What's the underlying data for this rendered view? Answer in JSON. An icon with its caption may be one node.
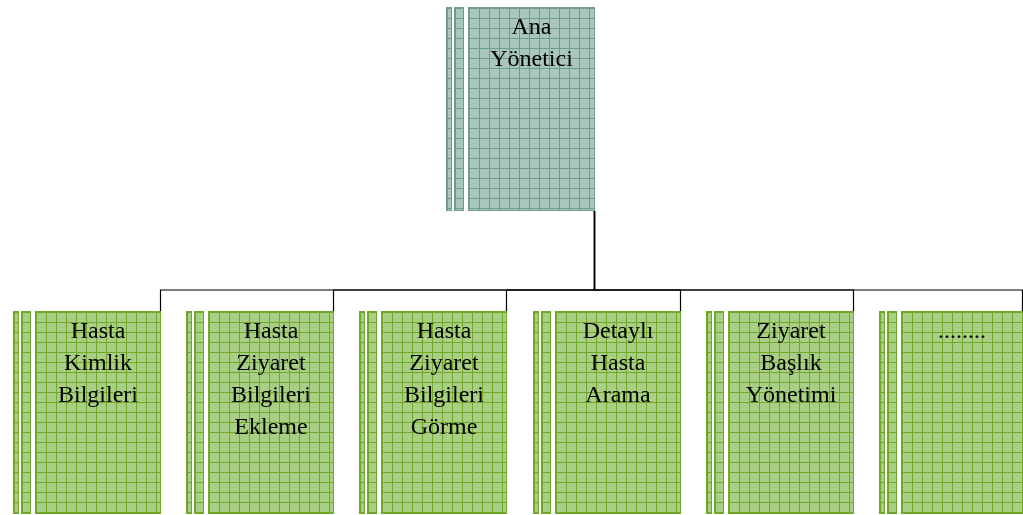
{
  "diagram": {
    "nodes": [
      {
        "text": [
          "Ana Yönetici"
        ]
      },
      {
        "text": [
          "Hasta Kimlik Bilgileri"
        ]
      },
      {
        "text": [
          "Hasta Ziyaret Bilgileri Ekleme"
        ]
      },
      {
        "text": [
          "Hasta Ziyaret Bilgileri Görme"
        ]
      },
      {
        "text": [
          "Detaylı Hasta Arama"
        ]
      },
      {
        "text": [
          "Ziyaret Başlık Yönetimi"
        ]
      },
      {
        "text": [
          "........"
        ]
      }
    ],
    "edges": [
      {
        "from": 0,
        "to": 1,
        "arrow": "none"
      },
      {
        "from": 0,
        "to": 2,
        "arrow": "none"
      },
      {
        "from": 0,
        "to": 3,
        "arrow": "none"
      },
      {
        "from": 0,
        "to": 4,
        "arrow": "none"
      },
      {
        "from": 0,
        "to": 5,
        "arrow": "none"
      },
      {
        "from": 0,
        "to": 6,
        "arrow": "none"
      }
    ]
  }
}
